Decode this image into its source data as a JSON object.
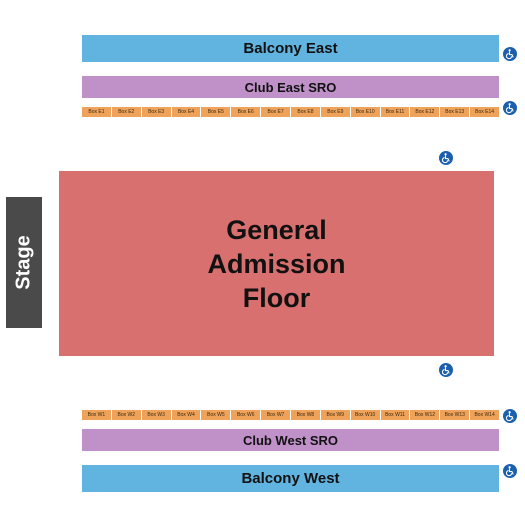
{
  "colors": {
    "balcony": "#62b4e0",
    "club_sro": "#c091c8",
    "box": "#eea25a",
    "ga_floor": "#d97070",
    "stage": "#4a4a4a",
    "accessible": "#1b5fad"
  },
  "stage": {
    "label": "Stage"
  },
  "ga_floor": {
    "label": "General Admission Floor"
  },
  "balcony_east": {
    "label": "Balcony East"
  },
  "club_east": {
    "label": "Club East SRO"
  },
  "club_west": {
    "label": "Club West SRO"
  },
  "balcony_west": {
    "label": "Balcony West"
  },
  "boxes_east": [
    "Box E1",
    "Box E2",
    "Box E3",
    "Box E4",
    "Box E5",
    "Box E6",
    "Box E7",
    "Box E8",
    "Box E9",
    "Box E10",
    "Box E11",
    "Box E12",
    "Box E13",
    "Box E14"
  ],
  "boxes_west": [
    "Box W1",
    "Box W2",
    "Box W3",
    "Box W4",
    "Box W5",
    "Box W6",
    "Box W7",
    "Box W8",
    "Box W9",
    "Box W10",
    "Box W11",
    "Box W12",
    "Box W13",
    "Box W14"
  ],
  "accessible_icon": "wheelchair-icon"
}
